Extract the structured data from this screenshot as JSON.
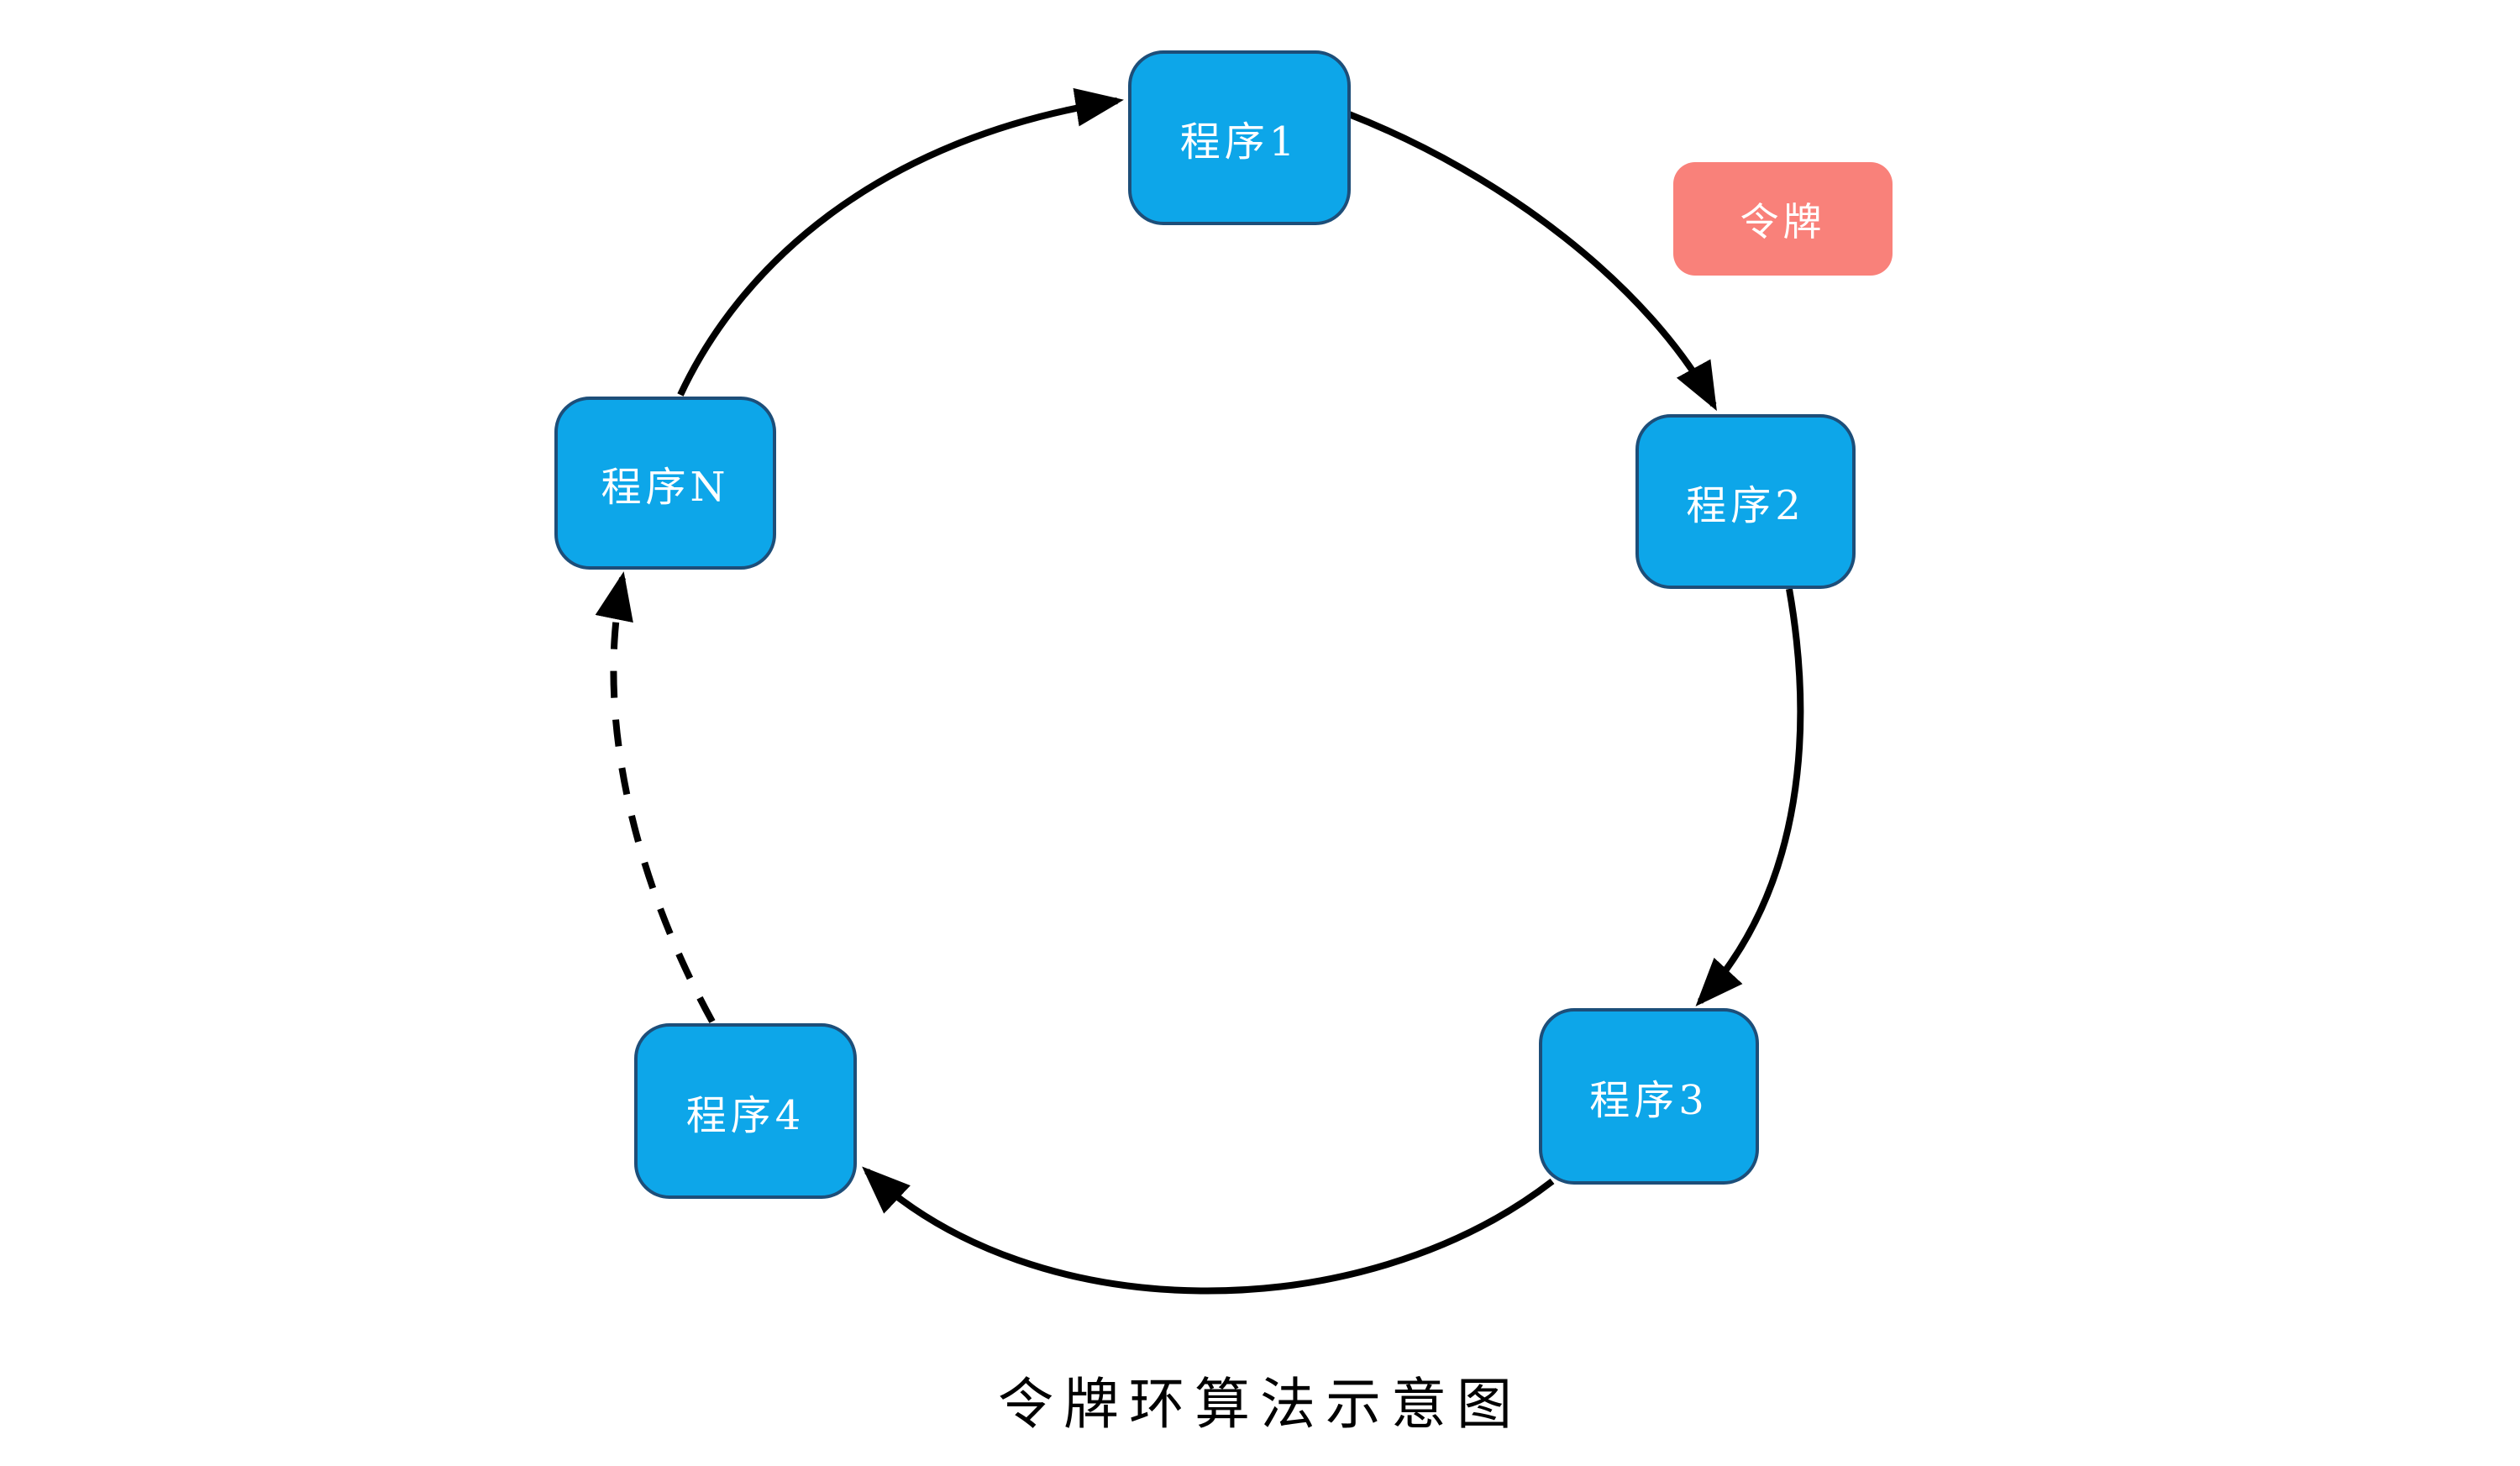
{
  "diagram": {
    "title": "令牌环算法示意图",
    "token": {
      "label": "令牌"
    },
    "nodes": [
      {
        "id": "program-1",
        "label": "程序1"
      },
      {
        "id": "program-2",
        "label": "程序2"
      },
      {
        "id": "program-3",
        "label": "程序3"
      },
      {
        "id": "program-4",
        "label": "程序4"
      },
      {
        "id": "program-n",
        "label": "程序N"
      }
    ],
    "edges": [
      {
        "from": "程序N",
        "to": "程序1",
        "style": "solid"
      },
      {
        "from": "程序1",
        "to": "程序2",
        "style": "solid"
      },
      {
        "from": "程序2",
        "to": "程序3",
        "style": "solid"
      },
      {
        "from": "程序3",
        "to": "程序4",
        "style": "solid"
      },
      {
        "from": "程序4",
        "to": "程序N",
        "style": "dashed"
      }
    ],
    "colors": {
      "node_fill": "#0da6e9",
      "node_border": "#1d4e79",
      "node_text": "#ffffff",
      "token_fill": "#f9817a",
      "token_text": "#ffffff",
      "arrow": "#000000",
      "title_text": "#000000",
      "background": "#ffffff"
    }
  }
}
